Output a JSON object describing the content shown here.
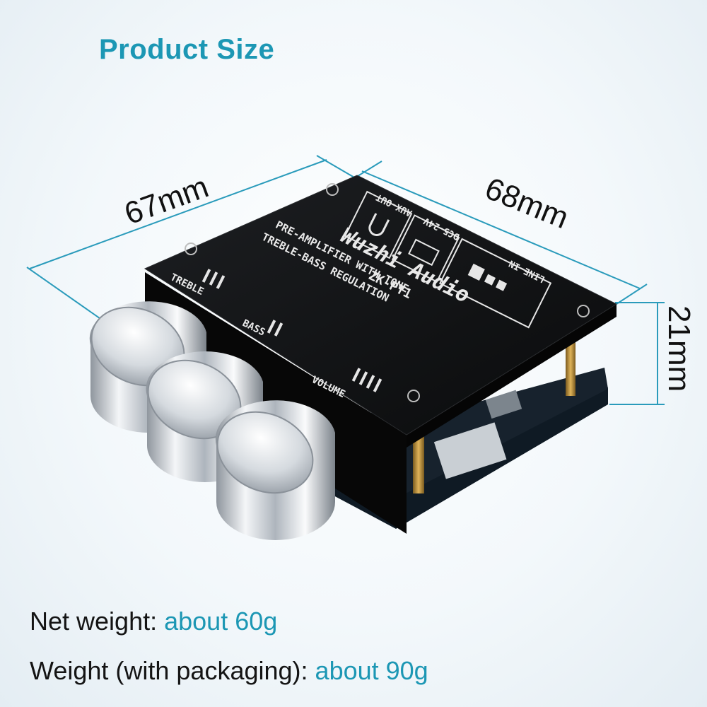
{
  "title": "Product Size",
  "dimensions": {
    "length": "67mm",
    "width": "68mm",
    "height": "21mm"
  },
  "board": {
    "brand": "Wuzhi Audio",
    "model": "ZK-PT1",
    "description_line1": "PRE-AMPLIFIER WITH TONE",
    "description_line2": "TREBLE-BASS  REGULATION",
    "knob_labels": [
      "TREBLE",
      "BASS",
      "VOLUME"
    ],
    "port_aux_out": "AUX-OUT",
    "port_dc": "DC5-24V",
    "port_line_in": "LINE-IN"
  },
  "specs": {
    "net_weight_label": "Net weight:",
    "net_weight_value": "about 60g",
    "packaged_weight_label": "Weight (with packaging):",
    "packaged_weight_value": "about 90g"
  },
  "colors": {
    "accent": "#1c97b4",
    "board": "#0d0d0d",
    "knob": "#d9dde2"
  }
}
